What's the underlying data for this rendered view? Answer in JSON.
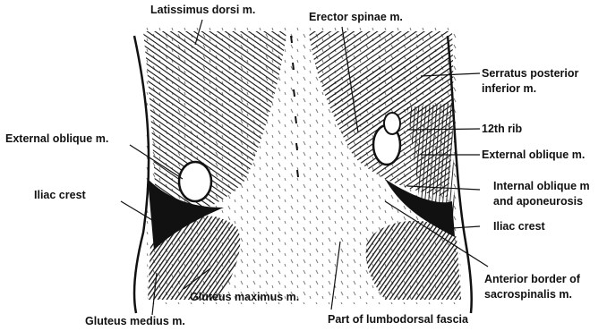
{
  "labels": {
    "latissimus": "Latissimus dorsi m.",
    "erector": "Erector spinae m.",
    "serratus_1": "Serratus posterior",
    "serratus_2": "inferior m.",
    "rib12": "12th rib",
    "ext_oblique_left": "External oblique m.",
    "ext_oblique_right": "External oblique m.",
    "int_oblique_1": "Internal oblique m",
    "int_oblique_2": "and aponeurosis",
    "iliac_left": "Iliac crest",
    "iliac_right": "Iliac crest",
    "anterior_1": "Anterior border of",
    "anterior_2": "sacrospinalis m.",
    "gluteus_max": "Gluteus maximus m.",
    "gluteus_med": "Gluteus medius m.",
    "lumbodorsal": "Part of lumbodorsal fascia"
  }
}
